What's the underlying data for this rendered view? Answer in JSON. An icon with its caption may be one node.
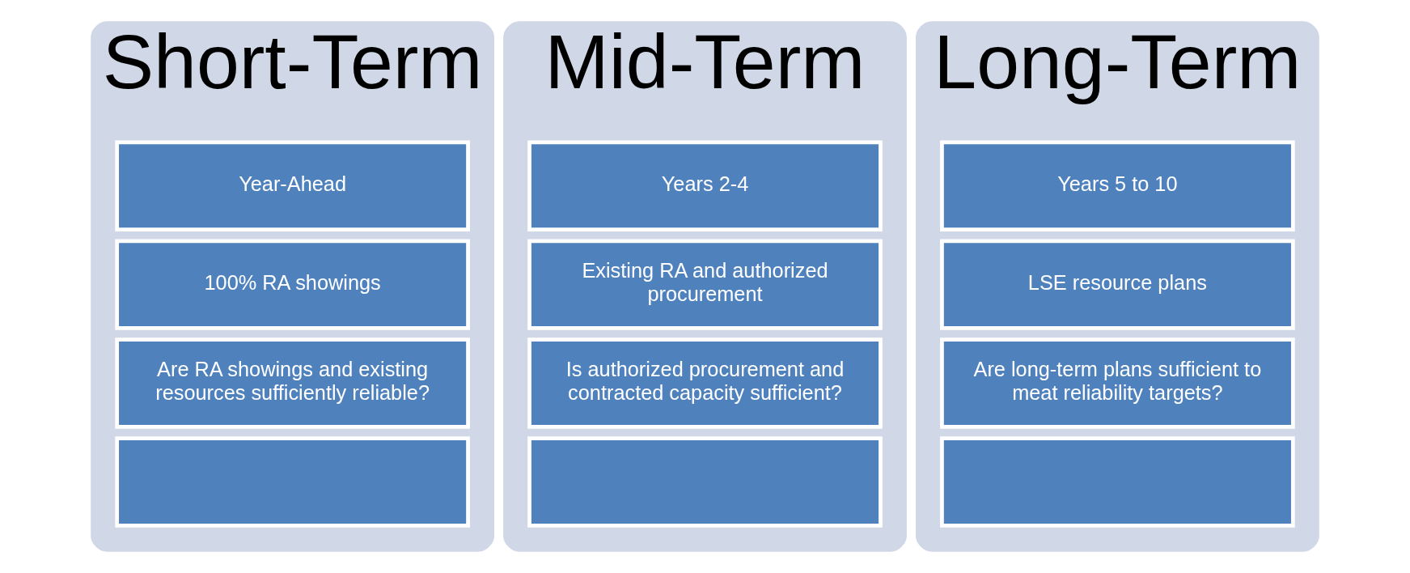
{
  "diagram": {
    "nodes": [
      {
        "text": [
          "Short-Term"
        ]
      },
      {
        "text": [
          "Year-Ahead"
        ],
        "in": 0
      },
      {
        "text": [
          "100% RA showings"
        ],
        "in": 0
      },
      {
        "text": [
          "Are RA showings and existing resources sufficiently reliable?"
        ],
        "in": 0
      },
      {
        "text": [],
        "shape": "box",
        "in": 0
      },
      {
        "text": [
          "Mid-Term"
        ]
      },
      {
        "text": [
          "Years 2-4"
        ],
        "in": 5
      },
      {
        "text": [
          "Existing RA and authorized procurement"
        ],
        "in": 5
      },
      {
        "text": [
          "Is authorized procurement and contracted capacity sufficient?"
        ],
        "in": 5
      },
      {
        "text": [],
        "shape": "box",
        "in": 5
      },
      {
        "text": [
          "Long-Term"
        ]
      },
      {
        "text": [
          "Years 5 to 10"
        ],
        "in": 10
      },
      {
        "text": [
          "LSE resource plans"
        ],
        "in": 10
      },
      {
        "text": [
          "Are long-term plans sufficient to meat reliability targets?"
        ],
        "in": 10
      },
      {
        "text": [],
        "shape": "box",
        "in": 10
      }
    ]
  }
}
